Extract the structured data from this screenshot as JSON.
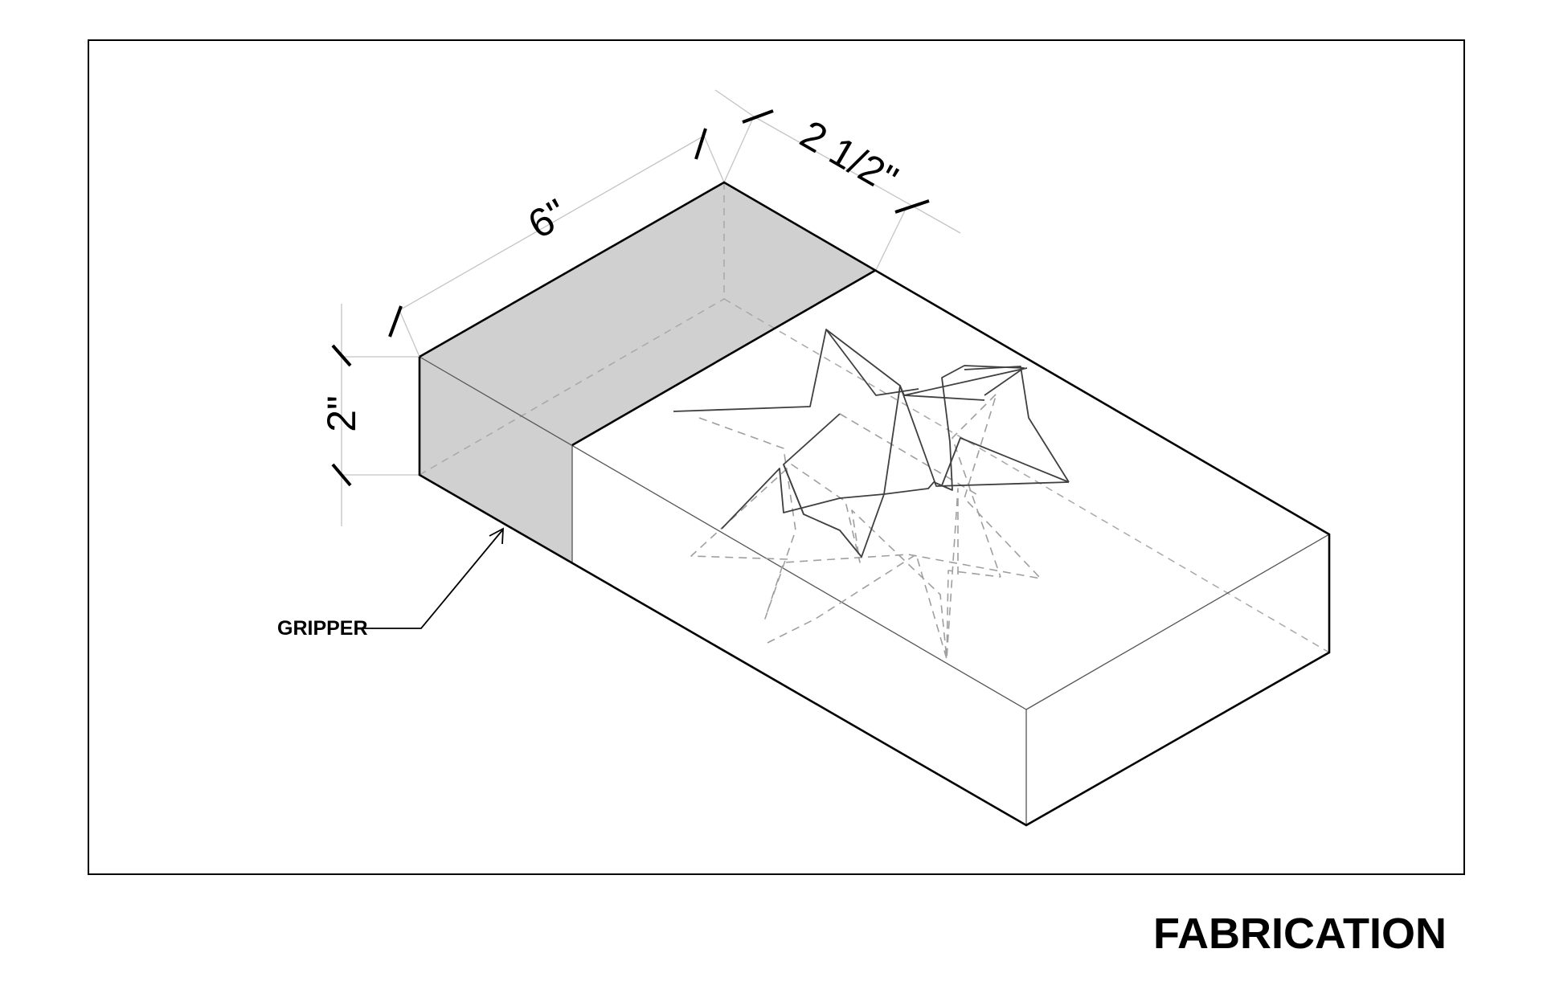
{
  "dimensions": {
    "length": "6\"",
    "width": "2 1/2\"",
    "height": "2\""
  },
  "callout": {
    "label": "GRIPPER"
  },
  "title": "FABRICATION",
  "colors": {
    "ink": "#000000",
    "gripper_fill": "#d0d0d0",
    "extension_line": "#bdbdbd",
    "hidden_line": "#9a9a9a",
    "fold_line": "#444444"
  }
}
